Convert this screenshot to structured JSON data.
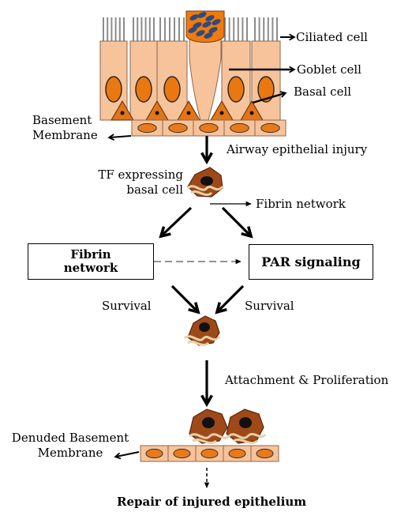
{
  "labels": {
    "ciliated_cell": "Ciliated cell",
    "goblet_cell": "Goblet cell",
    "basal_cell": "Basal cell",
    "basement_membrane_1": "Basement",
    "basement_membrane_2": "Membrane",
    "airway_injury": "Airway epithelial injury",
    "tf_basal_1": "TF expressing",
    "tf_basal_2": "basal cell",
    "fibrin_network_small": "Fibrin network",
    "fibrin_box_1": "Fibrin",
    "fibrin_box_2": "network",
    "par_signaling": "PAR signaling",
    "survival_left": "Survival",
    "survival_right": "Survival",
    "attachment": "Attachment & Proliferation",
    "denuded_1": "Denuded Basement",
    "denuded_2": "Membrane",
    "repair": "Repair of injured epithelium"
  },
  "colors": {
    "cell_fill": "#f7c39b",
    "nucleus": "#e8780f",
    "basal_triangle": "#e37517",
    "membrane_oval": "#e87a1a",
    "goblet_cell": "#f07a0d",
    "mucus_granules": "#2f4b7c",
    "cilia": "#8c8c8c",
    "brown_cell": "#9e4a18",
    "fibrin_strand": "#e8cfa8"
  }
}
